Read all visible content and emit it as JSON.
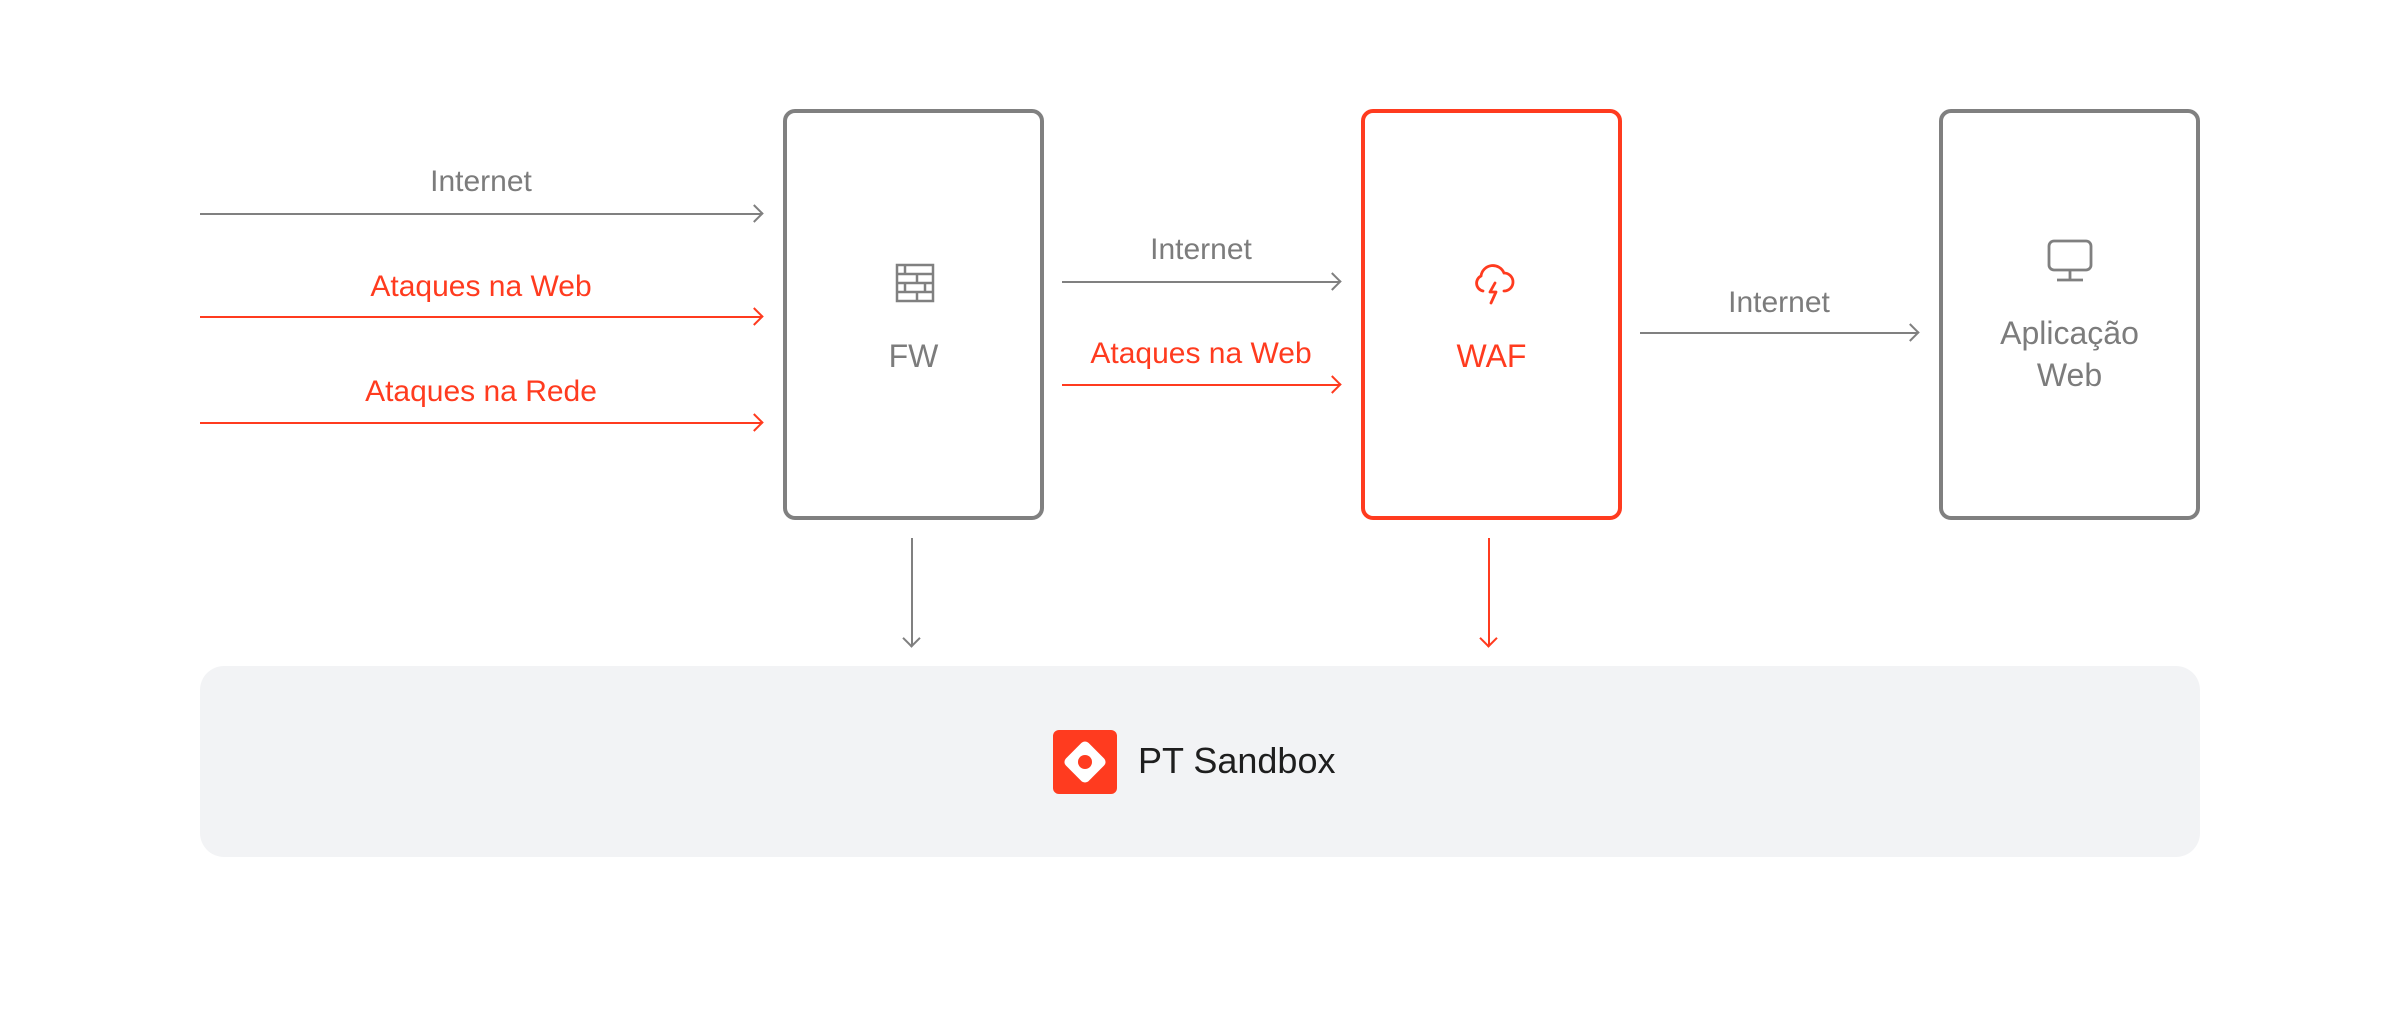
{
  "inputs": [
    {
      "label": "Internet",
      "color": "gray"
    },
    {
      "label": "Ataques na Web",
      "color": "red"
    },
    {
      "label": "Ataques na Rede",
      "color": "red"
    }
  ],
  "middle": [
    {
      "label": "Internet",
      "color": "gray"
    },
    {
      "label": "Ataques na Web",
      "color": "red"
    }
  ],
  "right": {
    "label": "Internet"
  },
  "nodes": {
    "fw": {
      "label": "FW",
      "icon": "firewall-icon"
    },
    "waf": {
      "label": "WAF",
      "icon": "cloud-lightning-icon"
    },
    "app": {
      "label_line1": "Aplicação",
      "label_line2": "Web",
      "icon": "monitor-icon"
    }
  },
  "sandbox": {
    "label": "PT Sandbox",
    "icon": "pt-sandbox-logo"
  },
  "colors": {
    "accent": "#ff3b1f",
    "gray": "#808080",
    "panel": "#f2f3f5"
  }
}
